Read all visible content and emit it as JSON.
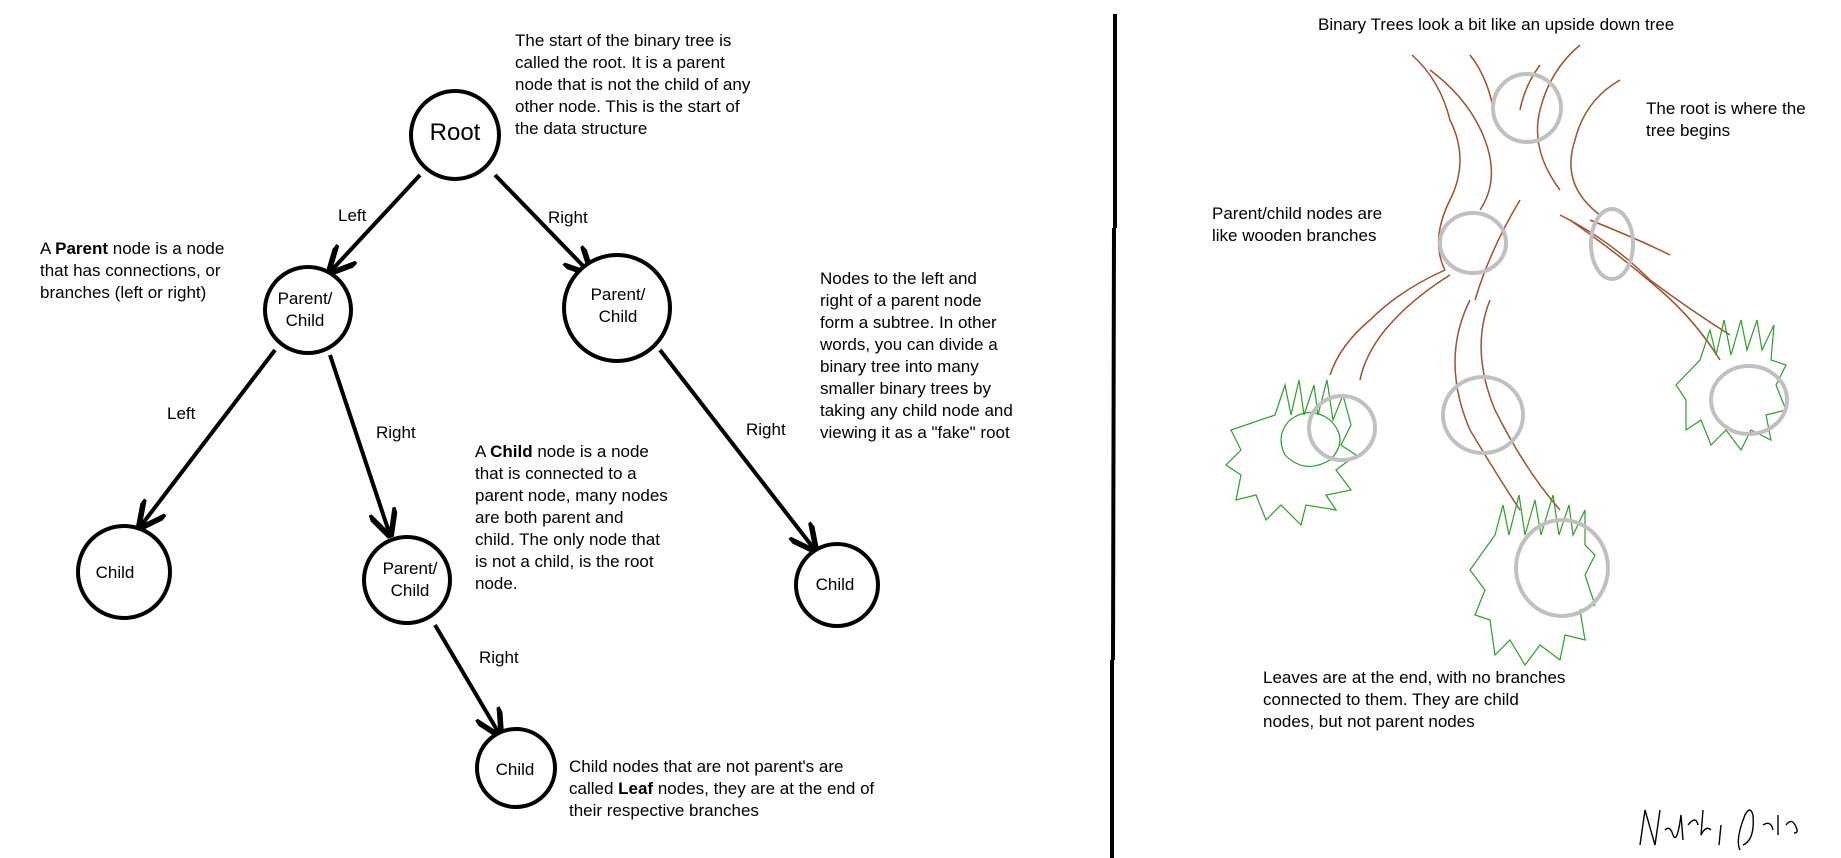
{
  "colors": {
    "ink": "#000000",
    "bark": "#a0522d",
    "leaves": "#2ca02c",
    "ring": "#c0c0c0"
  },
  "tree_diagram": {
    "nodes": {
      "root": "Root",
      "l1_left": "Parent/\nChild",
      "l1_right": "Parent/\nChild",
      "l2_left": "Child",
      "l2_mid": "Parent/\nChild",
      "l2_right": "Child",
      "l3": "Child"
    },
    "edges": {
      "root_left": "Left",
      "root_right": "Right",
      "l1l_left": "Left",
      "l1l_right": "Right",
      "l1r_right": "Right",
      "l2m_right": "Right"
    },
    "notes": {
      "root_note": "The start of the binary tree is\ncalled the root. It is a parent\nnode that is not the child of any\nother node. This is the start of\nthe data structure",
      "parent_pre": "A ",
      "parent_bold": "Parent",
      "parent_post": " node is a node\nthat has connections, or\nbranches (left or right)",
      "subtree_note": "Nodes to the left and\nright of a parent node\nform a subtree. In other\nwords, you can divide a\nbinary tree into many\nsmaller binary trees by\ntaking any child node and\nviewing it as a \"fake\" root",
      "child_pre": "A ",
      "child_bold": "Child",
      "child_post": " node is a node\nthat is connected to a\nparent node, many nodes\nare both parent and\nchild. The only node that\nis not a child, is the root\nnode.",
      "leaf_pre": "Child nodes that are not parent's are\ncalled ",
      "leaf_bold": "Leaf",
      "leaf_post": " nodes, they are at the end of\ntheir respective branches"
    }
  },
  "real_tree": {
    "title": "Binary Trees look a bit like an upside down tree",
    "root_note": "The root is where the\ntree begins",
    "branch_note": "Parent/child nodes are\nlike wooden branches",
    "leaves_note": "Leaves are at the end, with no branches\nconnected to them. They are child\nnodes, but not parent nodes"
  },
  "signature": "Nathaniel Jalon"
}
